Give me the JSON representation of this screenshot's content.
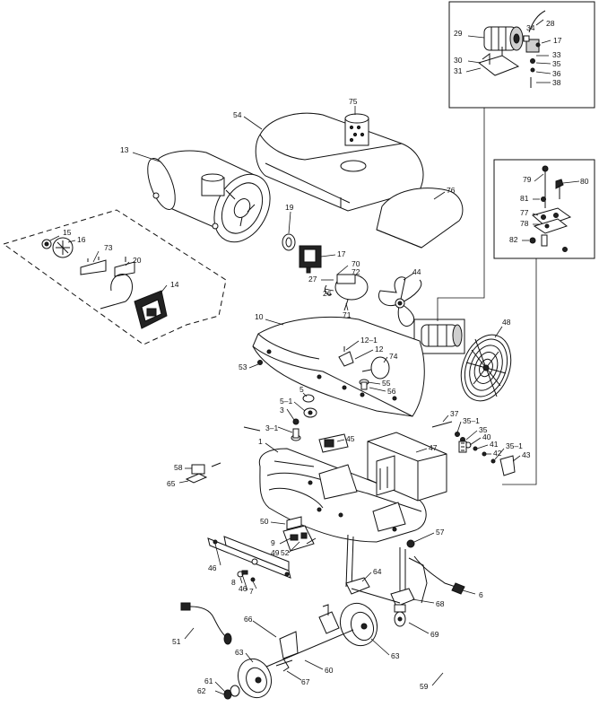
{
  "diagram": {
    "callouts": [
      {
        "id": "c28",
        "text": "28"
      },
      {
        "id": "c29",
        "text": "29"
      },
      {
        "id": "c34",
        "text": "34"
      },
      {
        "id": "c17a",
        "text": "17"
      },
      {
        "id": "c30",
        "text": "30"
      },
      {
        "id": "c33",
        "text": "33"
      },
      {
        "id": "c35a",
        "text": "35"
      },
      {
        "id": "c31",
        "text": "31"
      },
      {
        "id": "c36",
        "text": "36"
      },
      {
        "id": "c38",
        "text": "38"
      },
      {
        "id": "c75",
        "text": "75"
      },
      {
        "id": "c54",
        "text": "54"
      },
      {
        "id": "c13",
        "text": "13"
      },
      {
        "id": "c76",
        "text": "76"
      },
      {
        "id": "c19",
        "text": "19"
      },
      {
        "id": "c17b",
        "text": "17"
      },
      {
        "id": "c15",
        "text": "15"
      },
      {
        "id": "c16",
        "text": "16"
      },
      {
        "id": "c73",
        "text": "73"
      },
      {
        "id": "c20",
        "text": "20"
      },
      {
        "id": "c14",
        "text": "14"
      },
      {
        "id": "c70",
        "text": "70"
      },
      {
        "id": "c72",
        "text": "72"
      },
      {
        "id": "c27",
        "text": "27"
      },
      {
        "id": "c26",
        "text": "26"
      },
      {
        "id": "c71",
        "text": "71"
      },
      {
        "id": "c44",
        "text": "44"
      },
      {
        "id": "c48",
        "text": "48"
      },
      {
        "id": "c79",
        "text": "79"
      },
      {
        "id": "c80",
        "text": "80"
      },
      {
        "id": "c81",
        "text": "81"
      },
      {
        "id": "c77",
        "text": "77"
      },
      {
        "id": "c78",
        "text": "78"
      },
      {
        "id": "c82",
        "text": "82"
      },
      {
        "id": "c10",
        "text": "10"
      },
      {
        "id": "c12_1",
        "text": "12–1"
      },
      {
        "id": "c12",
        "text": "12"
      },
      {
        "id": "c74",
        "text": "74"
      },
      {
        "id": "c53",
        "text": "53"
      },
      {
        "id": "c55",
        "text": "55"
      },
      {
        "id": "c56",
        "text": "56"
      },
      {
        "id": "c5",
        "text": "5"
      },
      {
        "id": "c5_1",
        "text": "5–1"
      },
      {
        "id": "c3",
        "text": "3"
      },
      {
        "id": "c3_1",
        "text": "3–1"
      },
      {
        "id": "c1",
        "text": "1"
      },
      {
        "id": "c45",
        "text": "45"
      },
      {
        "id": "c47",
        "text": "47"
      },
      {
        "id": "c37",
        "text": "37"
      },
      {
        "id": "c35_1a",
        "text": "35–1"
      },
      {
        "id": "c35b",
        "text": "35"
      },
      {
        "id": "c40",
        "text": "40"
      },
      {
        "id": "c41",
        "text": "41"
      },
      {
        "id": "c42",
        "text": "42"
      },
      {
        "id": "c35_1b",
        "text": "35–1"
      },
      {
        "id": "c43",
        "text": "43"
      },
      {
        "id": "c58",
        "text": "58"
      },
      {
        "id": "c65",
        "text": "65"
      },
      {
        "id": "c50",
        "text": "50"
      },
      {
        "id": "c9",
        "text": "9"
      },
      {
        "id": "c49",
        "text": "49"
      },
      {
        "id": "c52",
        "text": "52"
      },
      {
        "id": "c57",
        "text": "57"
      },
      {
        "id": "c46a",
        "text": "46"
      },
      {
        "id": "c8",
        "text": "8"
      },
      {
        "id": "c46b",
        "text": "46"
      },
      {
        "id": "c7",
        "text": "7"
      },
      {
        "id": "c64",
        "text": "64"
      },
      {
        "id": "c6",
        "text": "6"
      },
      {
        "id": "c68",
        "text": "68"
      },
      {
        "id": "c69",
        "text": "69"
      },
      {
        "id": "c51",
        "text": "51"
      },
      {
        "id": "c66",
        "text": "66"
      },
      {
        "id": "c63a",
        "text": "63"
      },
      {
        "id": "c63b",
        "text": "63"
      },
      {
        "id": "c60",
        "text": "60"
      },
      {
        "id": "c67",
        "text": "67"
      },
      {
        "id": "c61",
        "text": "61"
      },
      {
        "id": "c62",
        "text": "62"
      },
      {
        "id": "c59",
        "text": "59"
      }
    ]
  }
}
